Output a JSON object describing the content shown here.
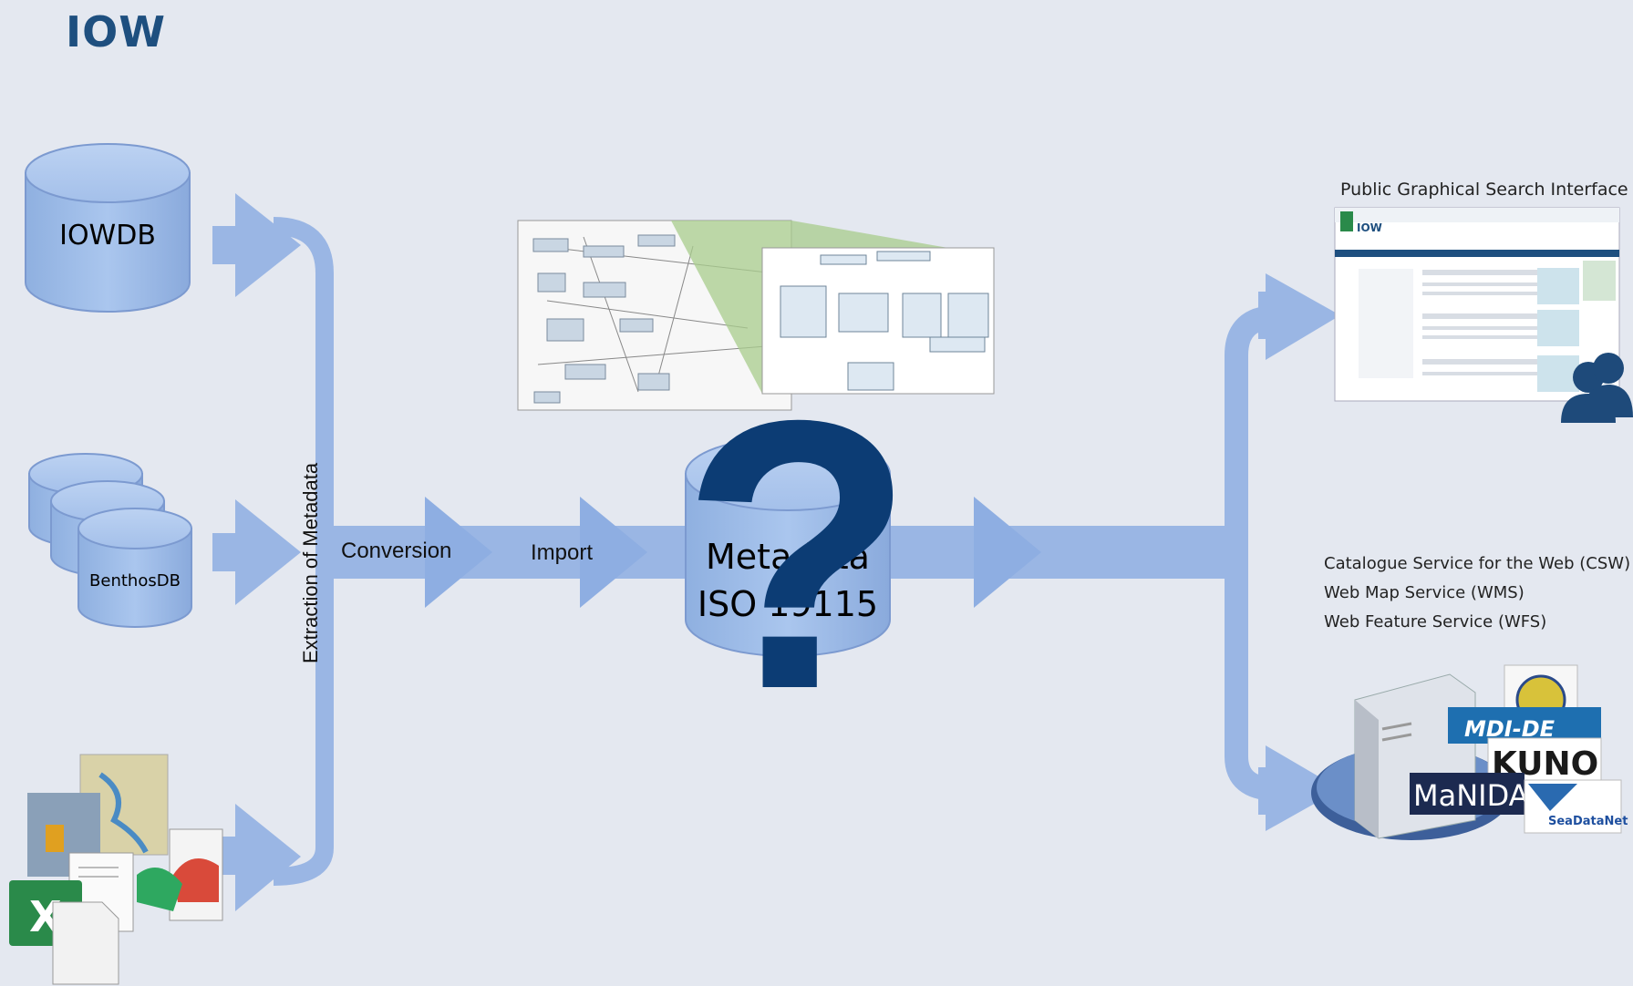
{
  "logo": "IOW",
  "sources": {
    "db1": "IOWDB",
    "db2": "BenthosDB"
  },
  "flow": {
    "extraction": "Extraction of Metadata",
    "conversion": "Conversion",
    "import": "Import",
    "store_line1": "Metadata",
    "store_line2": "ISO 19115",
    "unknown": "?"
  },
  "outputs": {
    "search_title": "Public Graphical Search Interface",
    "services": [
      "Catalogue Service for the Web (CSW)",
      "Web Map Service (WMS)",
      "Web Feature Service (WFS)"
    ],
    "portals": [
      "MDI-DE",
      "KUNO",
      "MaNIDA",
      "SeaDataNet"
    ]
  },
  "colors": {
    "arrow": "#9ab6e4",
    "arrow_dark": "#7f9fd6",
    "db_fill": "#9dbbe6",
    "db_stroke": "#7c9ad0",
    "question": "#0c3c74",
    "logo": "#1e4f7f"
  },
  "icons": [
    "database-icon",
    "spreadsheet-icon",
    "document-icon",
    "users-icon",
    "server-icon"
  ]
}
